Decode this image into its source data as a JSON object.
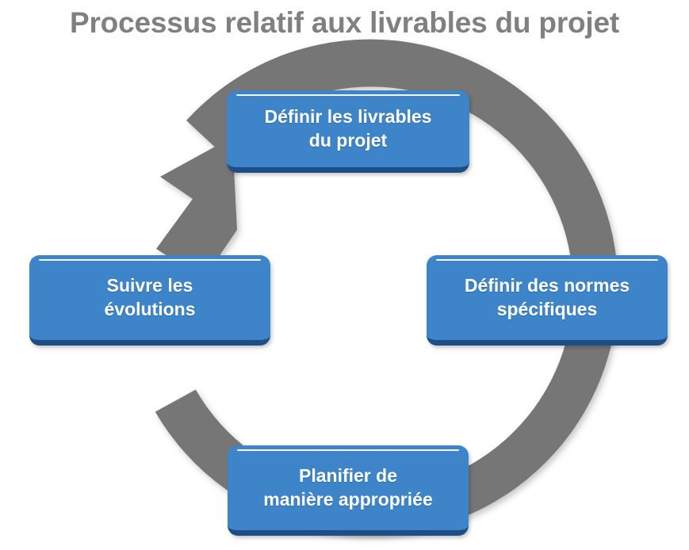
{
  "title": "Processus relatif aux livrables du projet",
  "colors": {
    "title_text": "#808080",
    "node_fill": "#3d85c8",
    "node_border_bottom": "#1f4e87",
    "node_text": "#ffffff",
    "ring": "#767676",
    "background": "#ffffff"
  },
  "diagram": {
    "type": "cycle",
    "direction": "clockwise",
    "arrow_count": 1,
    "arrow_target": "Définir les livrables du projet",
    "steps": [
      {
        "id": "top",
        "position": "top",
        "order": 1,
        "label": "Définir les livrables\ndu projet",
        "line1": "Définir les livrables",
        "line2": "du projet"
      },
      {
        "id": "right",
        "position": "right",
        "order": 2,
        "label": "Définir des normes\nspécifiques",
        "line1": "Définir des normes",
        "line2": "spécifiques"
      },
      {
        "id": "bottom",
        "position": "bottom",
        "order": 3,
        "label": "Planifier de\nmanière appropriée",
        "line1": "Planifier de",
        "line2": "manière appropriée"
      },
      {
        "id": "left",
        "position": "left",
        "order": 4,
        "label": "Suivre les\névolutions",
        "line1": "Suivre les",
        "line2": "évolutions"
      }
    ]
  }
}
